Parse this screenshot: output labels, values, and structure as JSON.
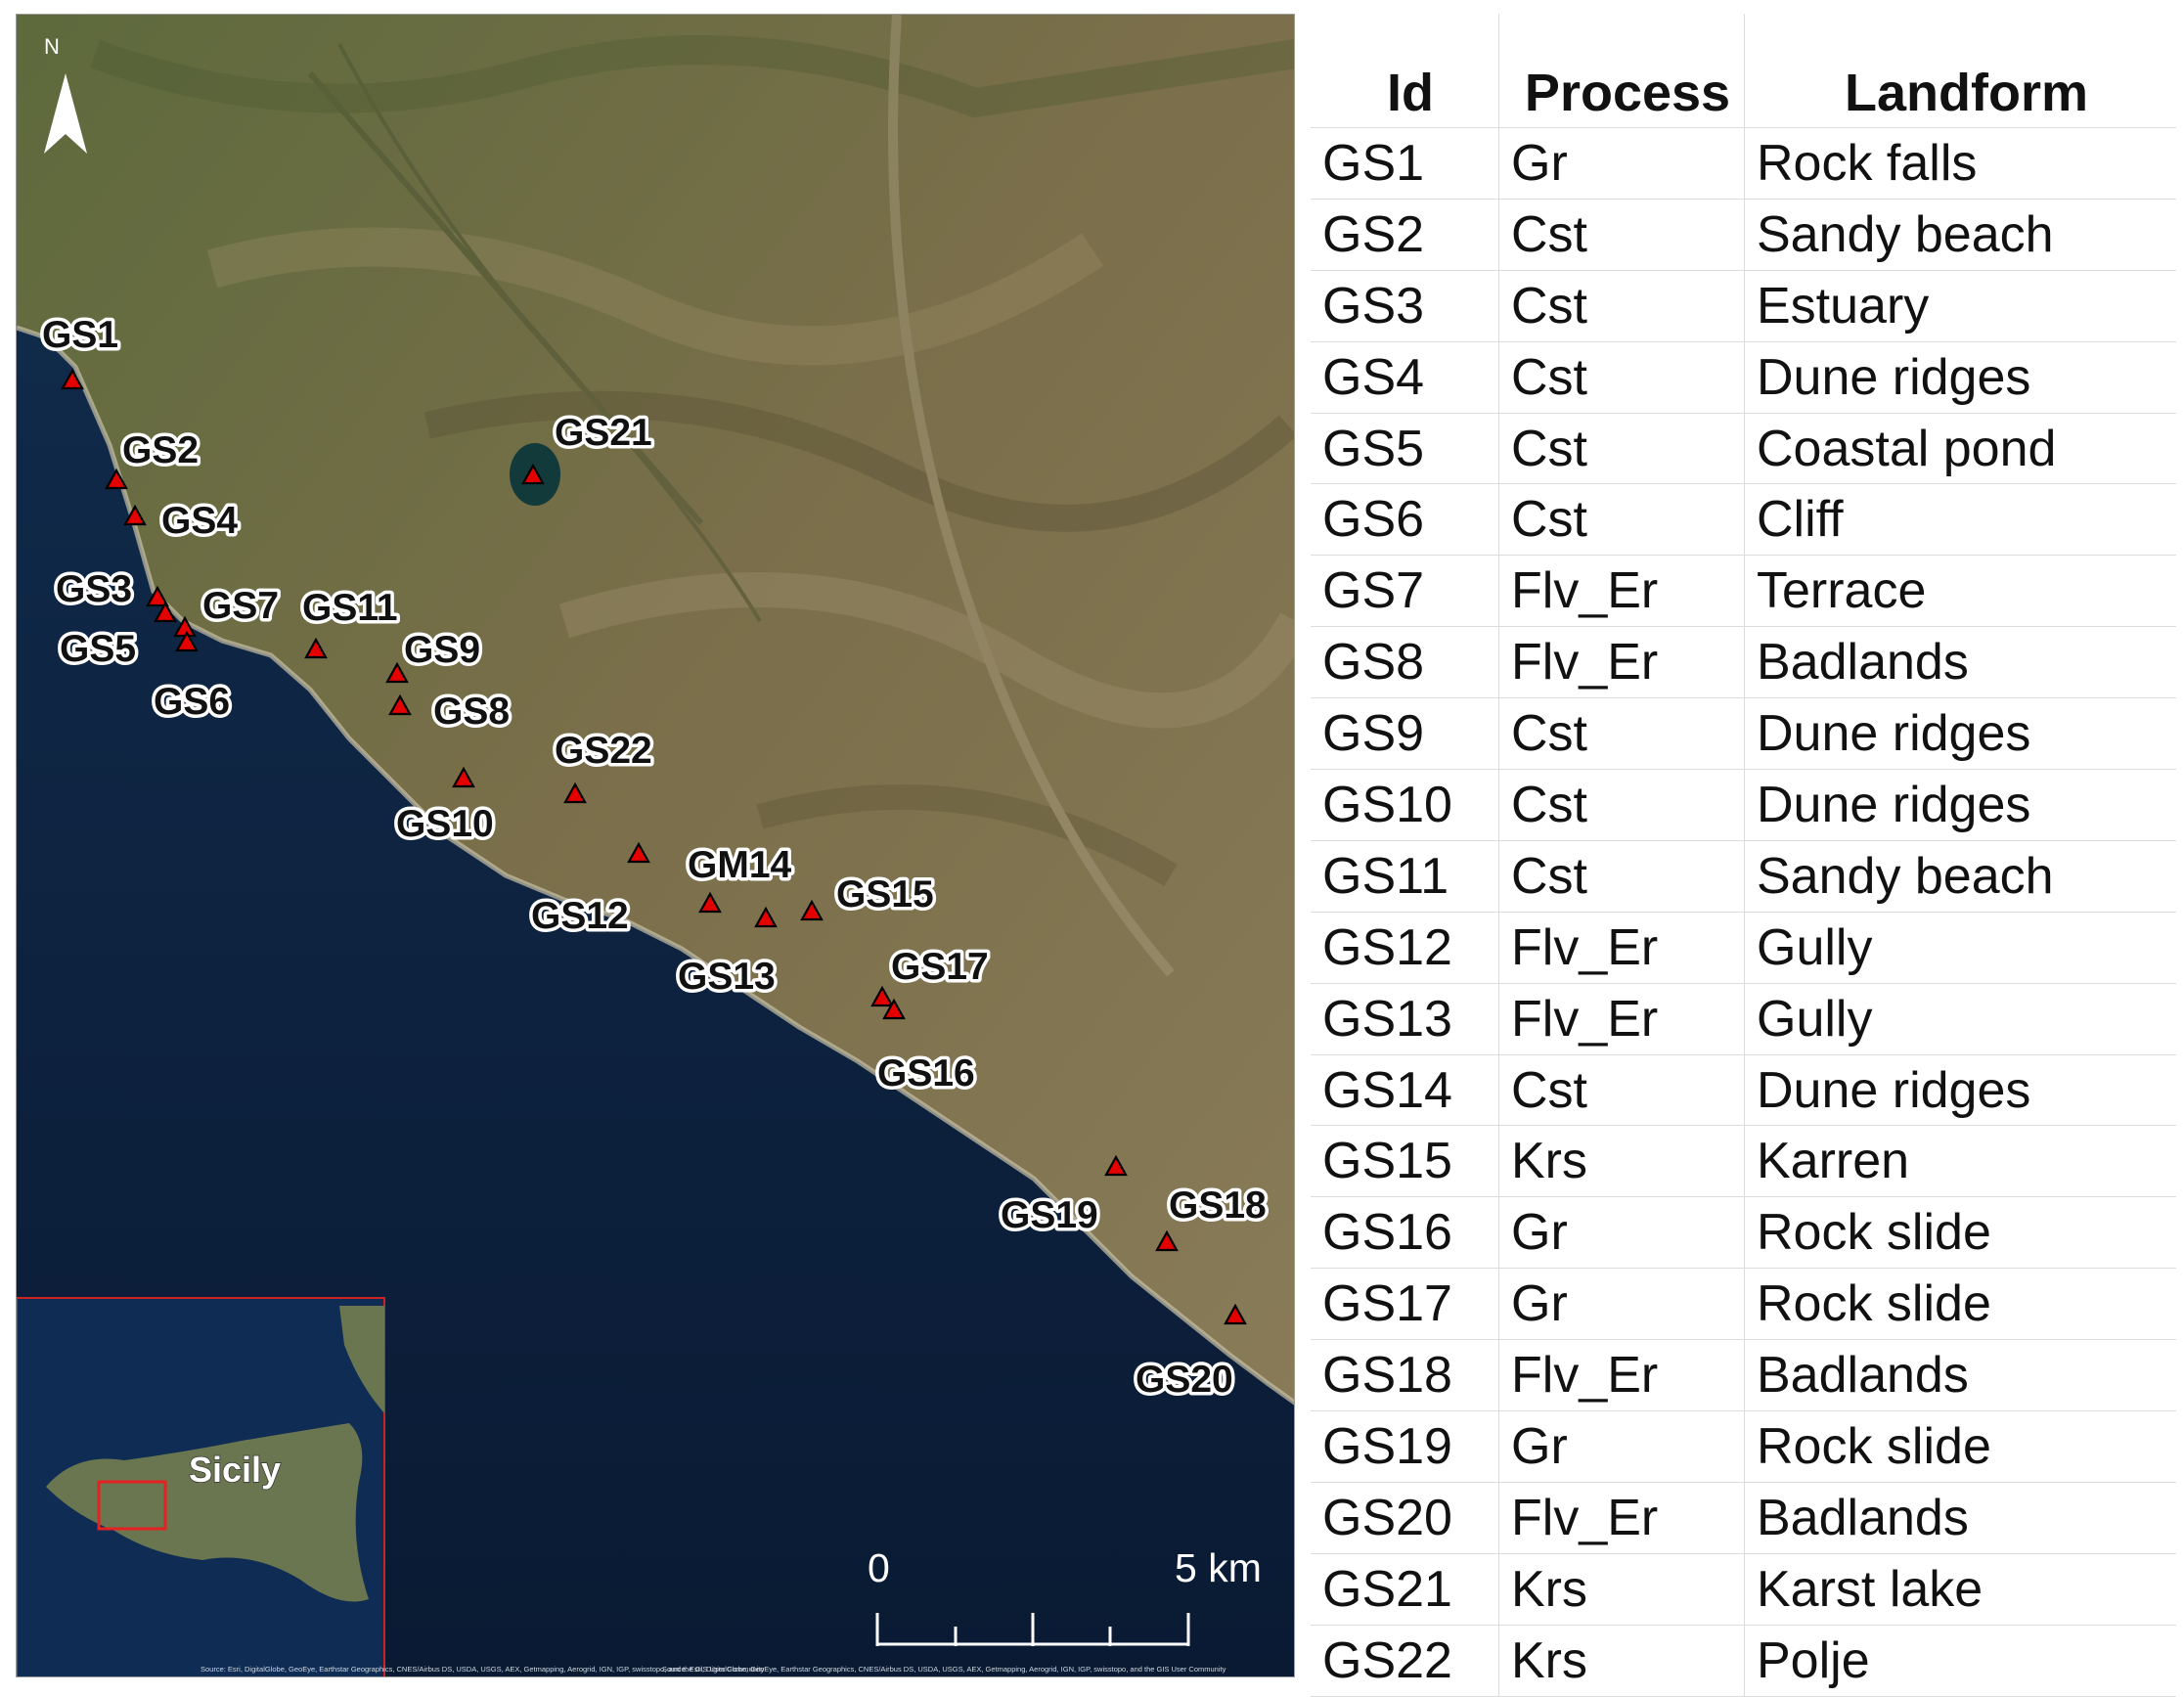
{
  "map": {
    "north_letter": "N",
    "inset_label": "Sicily",
    "scale_bar": {
      "start_label": "0",
      "end_label": "5 km"
    },
    "attribution_main": "Source: Esri, DigitalGlobe, GeoEye, Earthstar Geographics, CNES/Airbus DS, USDA, USGS, AEX, Getmapping, Aerogrid, IGN, IGP, swisstopo, and the GIS User Community",
    "attribution_inset": "Source: Esri, DigitalGlobe, GeoEye, Earthstar Geographics, CNES/Airbus DS, USDA, USGS, AEX, Getmapping, Aerogrid, IGN, IGP, swisstopo, and the GIS User Community",
    "sites": [
      "GS1",
      "GS2",
      "GS4",
      "GS3",
      "GS7",
      "GS11",
      "GS5",
      "GS6",
      "GS9",
      "GS8",
      "GS21",
      "GS22",
      "GS10",
      "GM14",
      "GS12",
      "GS15",
      "GS13",
      "GS17",
      "GS16",
      "GS19",
      "GS18",
      "GS20"
    ],
    "colors": {
      "marker": "#e50000",
      "sea": "#0b1e38",
      "land": "#6e6a45"
    }
  },
  "table": {
    "headers": [
      "Id",
      "Process",
      "Landform"
    ],
    "rows": [
      [
        "GS1",
        "Gr",
        "Rock falls"
      ],
      [
        "GS2",
        "Cst",
        "Sandy beach"
      ],
      [
        "GS3",
        "Cst",
        "Estuary"
      ],
      [
        "GS4",
        "Cst",
        "Dune ridges"
      ],
      [
        "GS5",
        "Cst",
        "Coastal pond"
      ],
      [
        "GS6",
        "Cst",
        "Cliff"
      ],
      [
        "GS7",
        "Flv_Er",
        "Terrace"
      ],
      [
        "GS8",
        "Flv_Er",
        "Badlands"
      ],
      [
        "GS9",
        "Cst",
        "Dune ridges"
      ],
      [
        "GS10",
        "Cst",
        "Dune ridges"
      ],
      [
        "GS11",
        "Cst",
        "Sandy beach"
      ],
      [
        "GS12",
        "Flv_Er",
        "Gully"
      ],
      [
        "GS13",
        "Flv_Er",
        "Gully"
      ],
      [
        "GS14",
        "Cst",
        "Dune ridges"
      ],
      [
        "GS15",
        "Krs",
        "Karren"
      ],
      [
        "GS16",
        "Gr",
        "Rock slide"
      ],
      [
        "GS17",
        "Gr",
        "Rock slide"
      ],
      [
        "GS18",
        "Flv_Er",
        "Badlands"
      ],
      [
        "GS19",
        "Gr",
        "Rock slide"
      ],
      [
        "GS20",
        "Flv_Er",
        "Badlands"
      ],
      [
        "GS21",
        "Krs",
        "Karst lake"
      ],
      [
        "GS22",
        "Krs",
        "Polje"
      ]
    ]
  }
}
